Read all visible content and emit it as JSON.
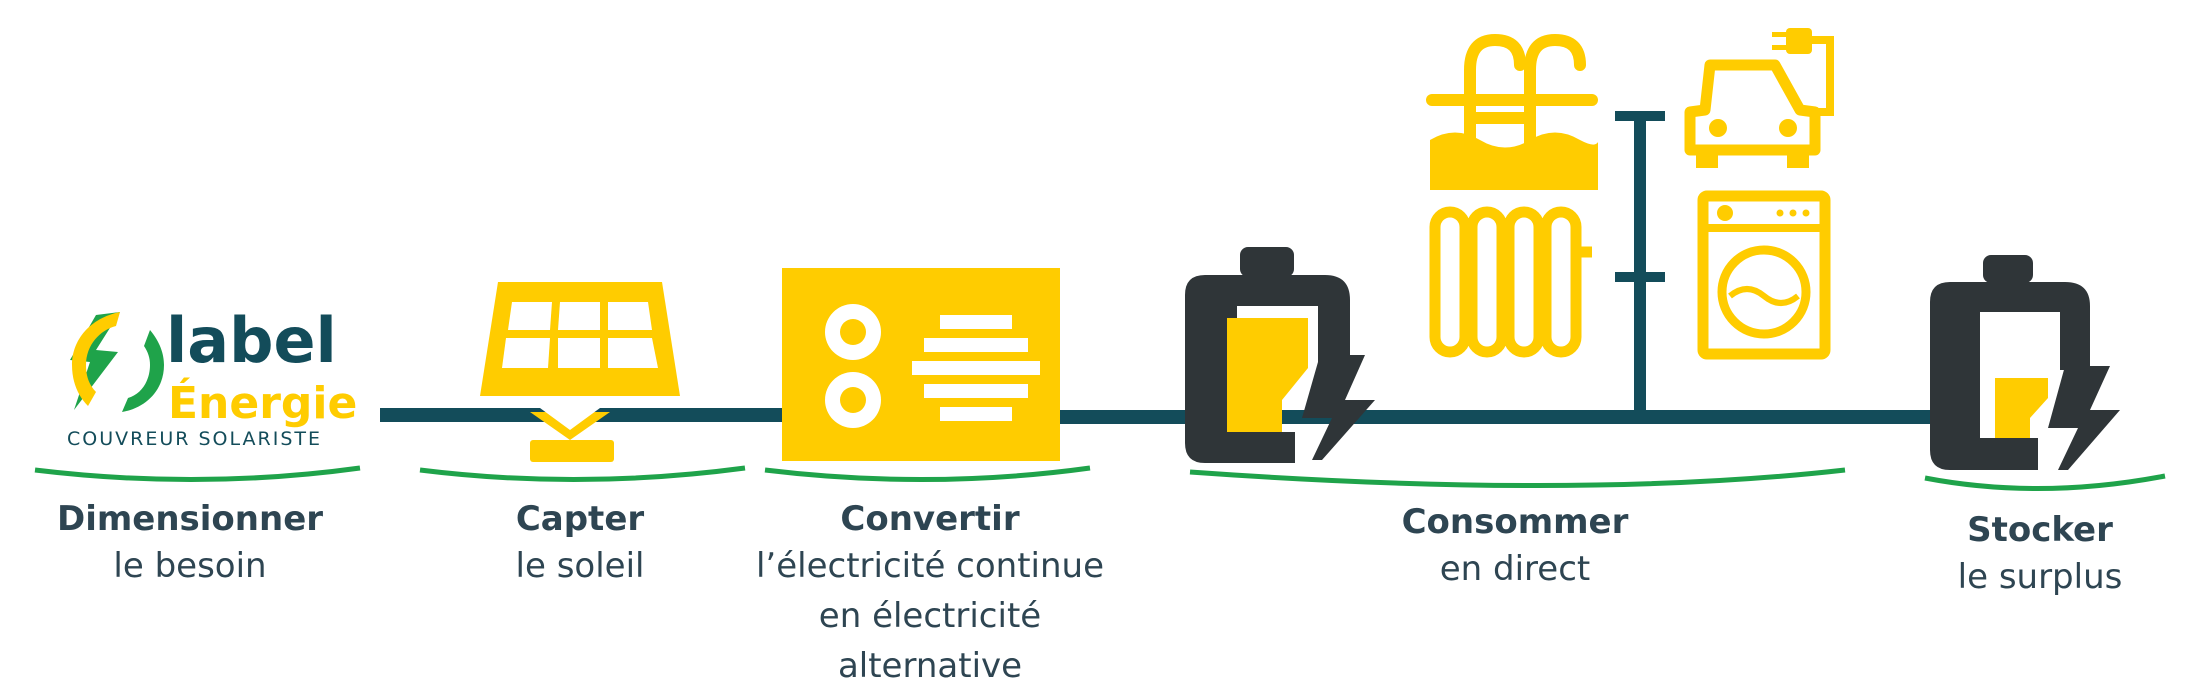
{
  "logo": {
    "word1": "label",
    "word2": "Énergie",
    "tagline": "COUVREUR SOLARISTE"
  },
  "colors": {
    "yellow": "#ffcc00",
    "dark": "#2f3538",
    "teal": "#134c5a",
    "green": "#1fa34a",
    "text": "#2e4552"
  },
  "steps": [
    {
      "title": "Dimensionner",
      "subtitle": "le besoin",
      "icon": "logo-icon"
    },
    {
      "title": "Capter",
      "subtitle": "le soleil",
      "icon": "solar-panel-icon"
    },
    {
      "title": "Convertir",
      "subtitle_lines": [
        "l’électricité continue",
        "en électricité",
        "alternative"
      ],
      "icon": "inverter-icon"
    },
    {
      "title": "Consommer",
      "subtitle": "en direct",
      "icons": [
        "battery-charging-icon",
        "pool-icon",
        "radiator-icon",
        "electric-car-icon",
        "washing-machine-icon"
      ]
    },
    {
      "title": "Stocker",
      "subtitle": "le surplus",
      "icon": "battery-charging-icon"
    }
  ]
}
